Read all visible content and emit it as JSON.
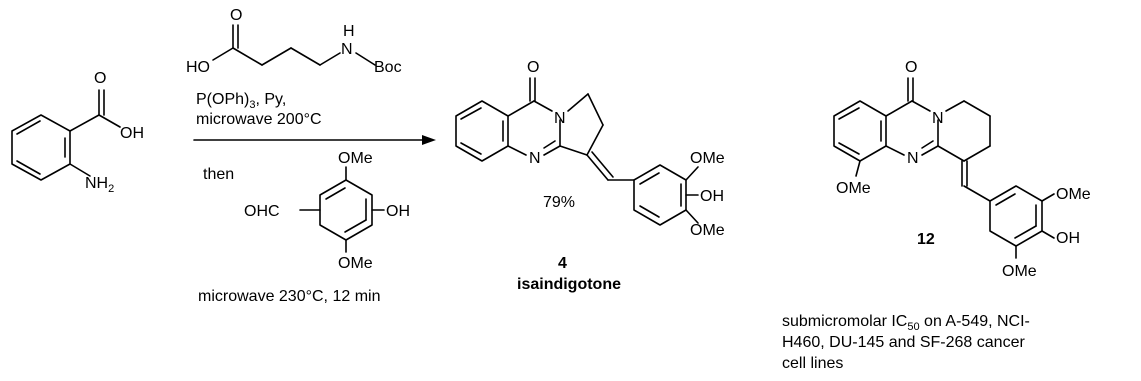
{
  "reagents": {
    "boc_amino_acid": {
      "ho": "HO",
      "o": "O",
      "h": "H",
      "n": "N",
      "boc": "Boc"
    },
    "phosphite_main": "P(OPh)",
    "phosphite_sub": "3",
    "phosphite_tail": ", Py,",
    "step1_conditions": "microwave 200°C",
    "then": "then",
    "aldehyde": {
      "ohc": "OHC",
      "oh": "OH",
      "ome_top": "OMe",
      "ome_bottom": "OMe"
    },
    "step2_conditions": "microwave 230°C, 12 min"
  },
  "anthranilic_acid": {
    "o": "O",
    "oh": "OH",
    "nh": "NH",
    "nh_sub": "2"
  },
  "product": {
    "o": "O",
    "n1": "N",
    "n2": "N",
    "ome_top": "OMe",
    "oh": "OH",
    "ome_bottom": "OMe",
    "yield": "79%",
    "number": "4",
    "name": "isaindigotone"
  },
  "analog": {
    "o": "O",
    "n1": "N",
    "n2": "N",
    "ome_ring": "OMe",
    "ome_top": "OMe",
    "oh": "OH",
    "ome_bottom": "OMe",
    "number": "12",
    "note_line1_pre": "submicromolar IC",
    "note_line1_sub": "50",
    "note_line1_post": " on A-549, NCI-",
    "note_line2": "H460, DU-145 and SF-268 cancer",
    "note_line3": "cell lines"
  }
}
